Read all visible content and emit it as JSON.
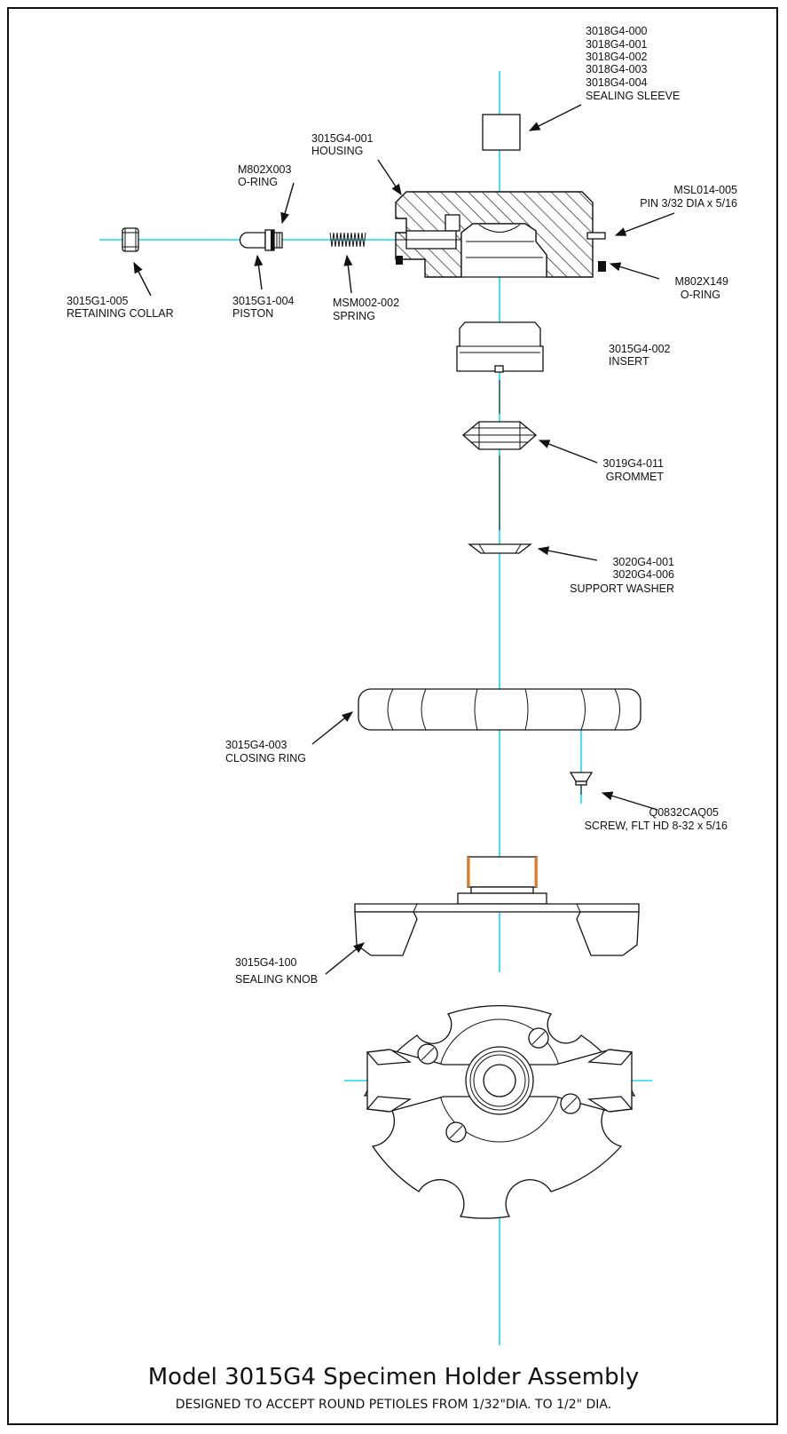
{
  "title": "Model 3015G4 Specimen Holder Assembly",
  "subtitle": "DESIGNED TO ACCEPT ROUND PETIOLES FROM 1/32\"DIA. TO 1/2\" DIA.",
  "colors": {
    "centerline": "#19d9ef",
    "ink": "#111111",
    "thread_highlight": "#e07a1c"
  },
  "parts": {
    "sealing_sleeve": {
      "numbers": [
        "3018G4-000",
        "3018G4-001",
        "3018G4-002",
        "3018G4-003",
        "3018G4-004"
      ],
      "name": "SEALING SLEEVE"
    },
    "housing": {
      "number": "3015G4-001",
      "name": "HOUSING"
    },
    "oring_small": {
      "number": "M802X003",
      "name": "O-RING"
    },
    "pin": {
      "number": "MSL014-005",
      "name": "PIN 3/32 DIA x 5/16"
    },
    "oring_large": {
      "number": "M802X149",
      "name": "O-RING"
    },
    "retaining_collar": {
      "number": "3015G1-005",
      "name": "RETAINING COLLAR"
    },
    "piston": {
      "number": "3015G1-004",
      "name": "PISTON"
    },
    "spring": {
      "number": "MSM002-002",
      "name": "SPRING"
    },
    "insert": {
      "number": "3015G4-002",
      "name": "INSERT"
    },
    "grommet": {
      "number": "3019G4-011",
      "name": "GROMMET"
    },
    "support_washer": {
      "numbers": [
        "3020G4-001",
        "3020G4-006"
      ],
      "name": "SUPPORT WASHER"
    },
    "closing_ring": {
      "number": "3015G4-003",
      "name": "CLOSING RING"
    },
    "screw": {
      "number": "Q0832CAQ05",
      "name": "SCREW, FLT HD 8-32 x 5/16"
    },
    "sealing_knob": {
      "number": "3015G4-100",
      "name": "SEALING KNOB"
    }
  }
}
